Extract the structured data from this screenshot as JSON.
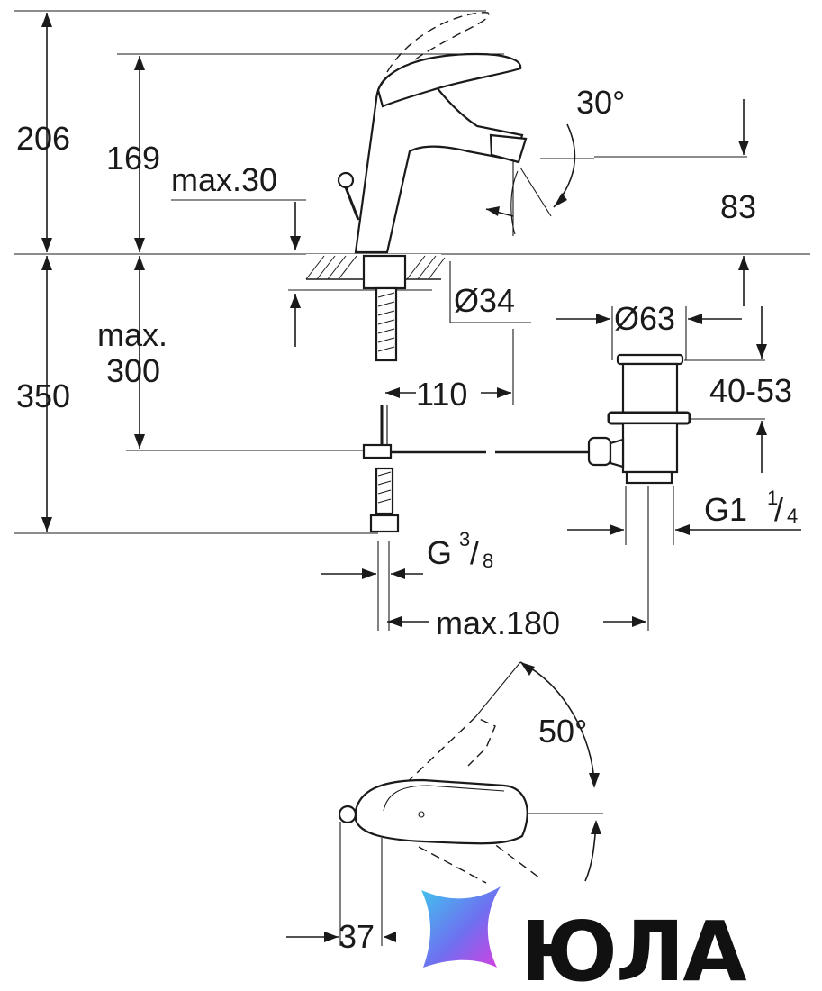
{
  "drawing": {
    "dimensions": {
      "total_height": "206",
      "spout_height": "169",
      "max_deck": "max.30",
      "lever_angle": "30°",
      "spout_outlet": "83",
      "hole_diameter": "Ø34",
      "waste_diameter": "Ø63",
      "max_below_label": "max.",
      "max_below_value": "300",
      "below_total": "350",
      "spout_reach": "110",
      "waste_range": "40-53",
      "waste_thread_main": "G1",
      "waste_thread_num": "1",
      "waste_thread_den": "4",
      "hose_thread_main": "G",
      "hose_thread_num": "3",
      "hose_thread_den": "8",
      "max_distance": "max.180",
      "rotation_angle": "50°",
      "pop_up_offset": "37"
    }
  },
  "logo": {
    "text": "ЮЛА",
    "gradient_start": "#3fc5ee",
    "gradient_end": "#d63fe0"
  }
}
